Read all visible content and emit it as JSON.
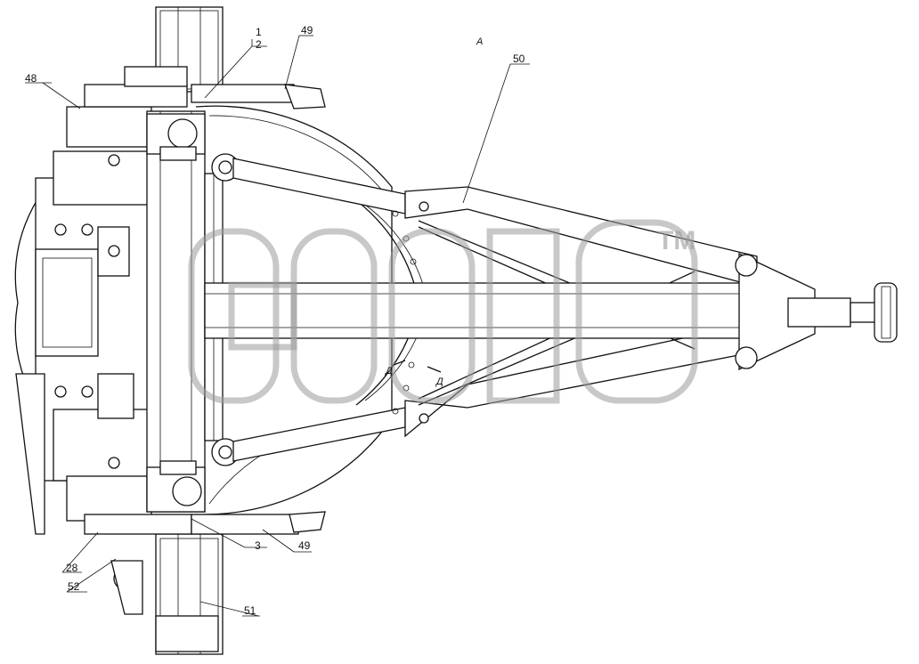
{
  "view_label": "А",
  "section_marks": [
    "Д",
    "Д"
  ],
  "callouts": {
    "c1": "1",
    "c2": "2",
    "c3": "3",
    "c28": "28",
    "c48": "48",
    "c49_top": "49",
    "c49_bottom": "49",
    "c50": "50",
    "c51": "51",
    "c52": "52"
  },
  "watermark": {
    "trademark": "TM"
  }
}
